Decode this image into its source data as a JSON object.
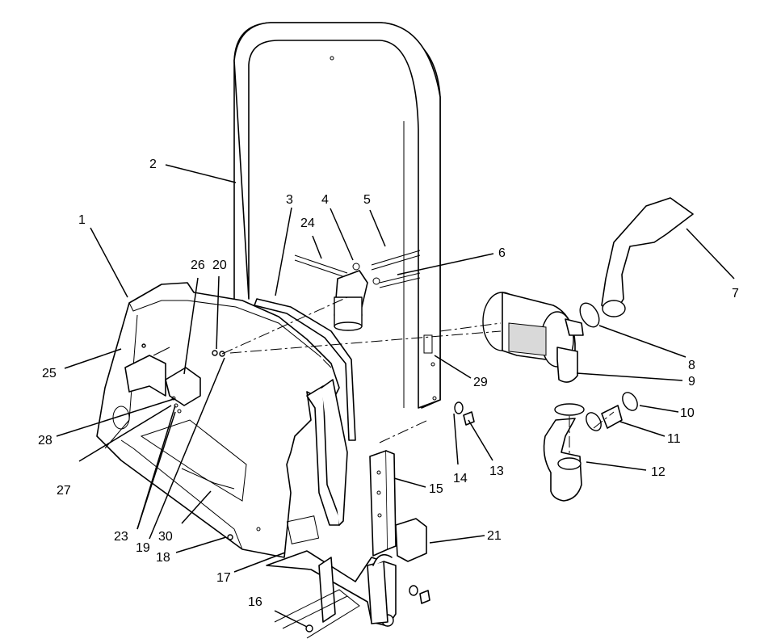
{
  "callouts": [
    "1",
    "2",
    "3",
    "4",
    "5",
    "6",
    "7",
    "8",
    "9",
    "10",
    "11",
    "12",
    "13",
    "14",
    "15",
    "16",
    "17",
    "18",
    "19",
    "20",
    "21",
    "23",
    "24",
    "25",
    "26",
    "27",
    "28",
    "29",
    "30"
  ]
}
